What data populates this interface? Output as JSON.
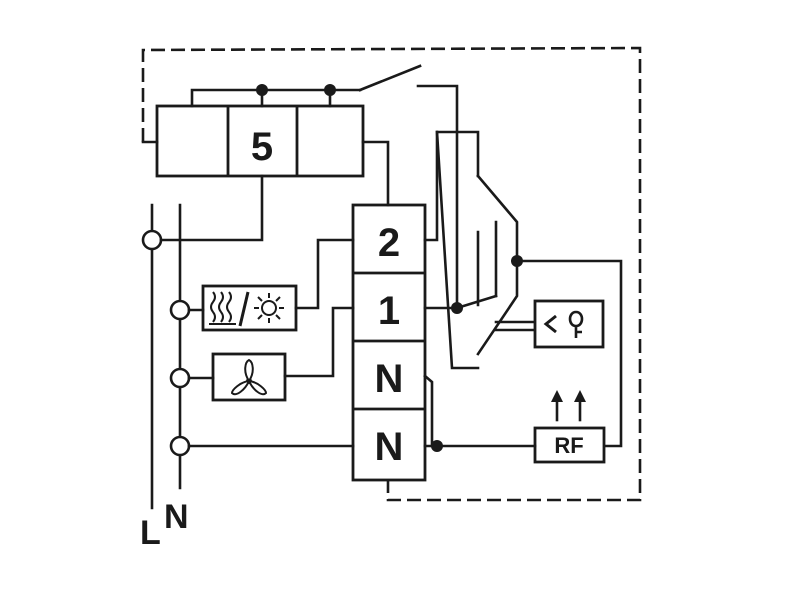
{
  "relay": {
    "number_label": "5"
  },
  "terminal_block": {
    "labels": [
      "2",
      "1",
      "N",
      "N"
    ]
  },
  "rf_module": {
    "label": "RF"
  },
  "mains": {
    "line_label": "L",
    "neutral_label": "N"
  },
  "icons": {
    "heat_cool": "heat-cool-icon",
    "fan": "fan-icon",
    "temperature_sensor": "temperature-sensor-icon",
    "rf_arrows": "rf-arrows-icon"
  }
}
